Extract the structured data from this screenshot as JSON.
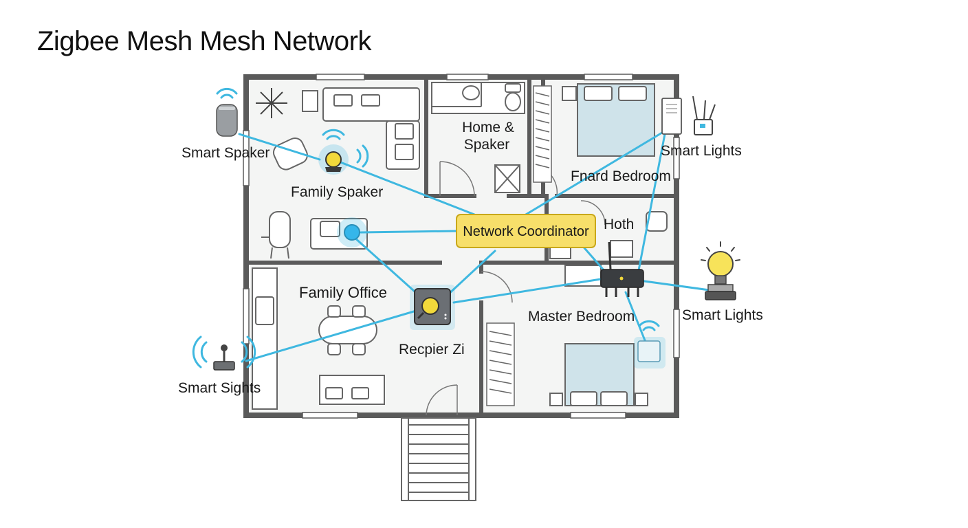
{
  "title": "Zigbee Mesh Mesh Network",
  "colors": {
    "mesh_link": "#3fb8e0",
    "wall": "#5a5a5a",
    "floor": "#f4f5f4",
    "coordinator_fill": "#f7df6a",
    "coordinator_stroke": "#c9a81a",
    "bed_fill": "#cfe3ea",
    "node_blue": "#35b6ea",
    "node_yellow": "#f2d93b"
  },
  "rooms": {
    "home_line1": "Home &",
    "home_line2": "Spaker",
    "fnard_bedroom": "Fnard Bedroom",
    "hoth": "Hoth",
    "family_office": "Family Office",
    "master_bedroom": "Master Bedroom"
  },
  "devices": {
    "smart_spaker": "Smart Spaker",
    "family_spaker": "Family Spaker",
    "smart_lights_top": "Smart Lights",
    "smart_lights_right": "Smart Lights",
    "smart_sights": "Smart Sights",
    "recpier": "Recpier Zi",
    "coordinator": "Network Coordinator"
  },
  "icons": [
    "wifi-waves-icon",
    "speaker-icon",
    "bulb-icon",
    "router-icon",
    "hub-icon",
    "lamp-icon",
    "ceiling-fan-icon",
    "stairs-icon"
  ]
}
